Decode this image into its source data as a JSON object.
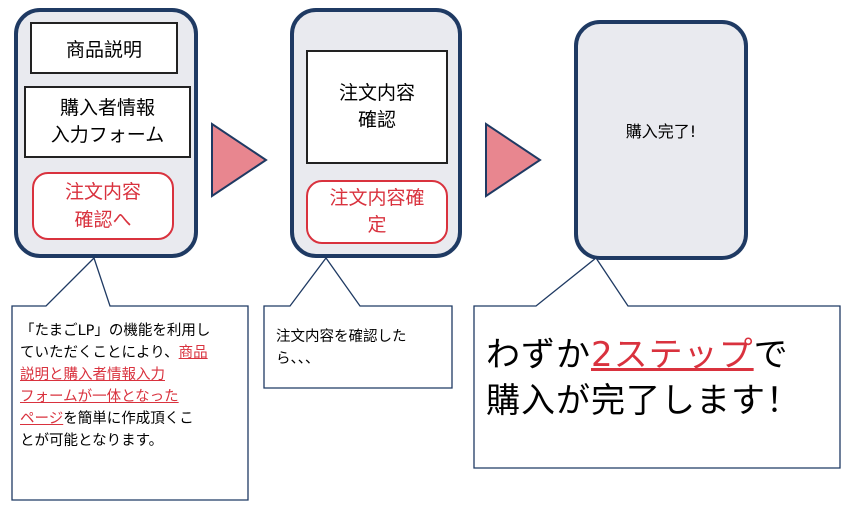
{
  "step1": {
    "product_desc": "商品説明",
    "buyer_form_line1": "購入者情報",
    "buyer_form_line2": "入力フォーム",
    "confirm_btn_line1": "注文内容",
    "confirm_btn_line2": "確認へ"
  },
  "step2": {
    "review_line1": "注文内容",
    "review_line2": "確認",
    "confirm_btn_line1": "注文内容確",
    "confirm_btn_line2": "定"
  },
  "step3": {
    "complete": "購入完了!"
  },
  "callout1": {
    "line1": "「たまごLP」の機能を利用し",
    "line2_pre": "ていただくことにより、",
    "line2_link": "商品",
    "line3_link": "説明と購入者情報入力",
    "line4_link": "フォームが一体となった",
    "line5_link": "ページ",
    "line5_post": "を簡単に作成頂くこ",
    "line6": "とが可能となります。"
  },
  "callout2": {
    "line1": "注文内容を確認した",
    "line2": "ら、、、"
  },
  "callout3": {
    "line1_pre": "わずか",
    "line1_link": "2ステップ",
    "line1_post": "で",
    "line2": "購入が完了します！"
  },
  "colors": {
    "frame": "#1f3a63",
    "screen": "#e9eaef",
    "accent_red": "#d9323e",
    "arrow_fill": "#e8868f"
  }
}
